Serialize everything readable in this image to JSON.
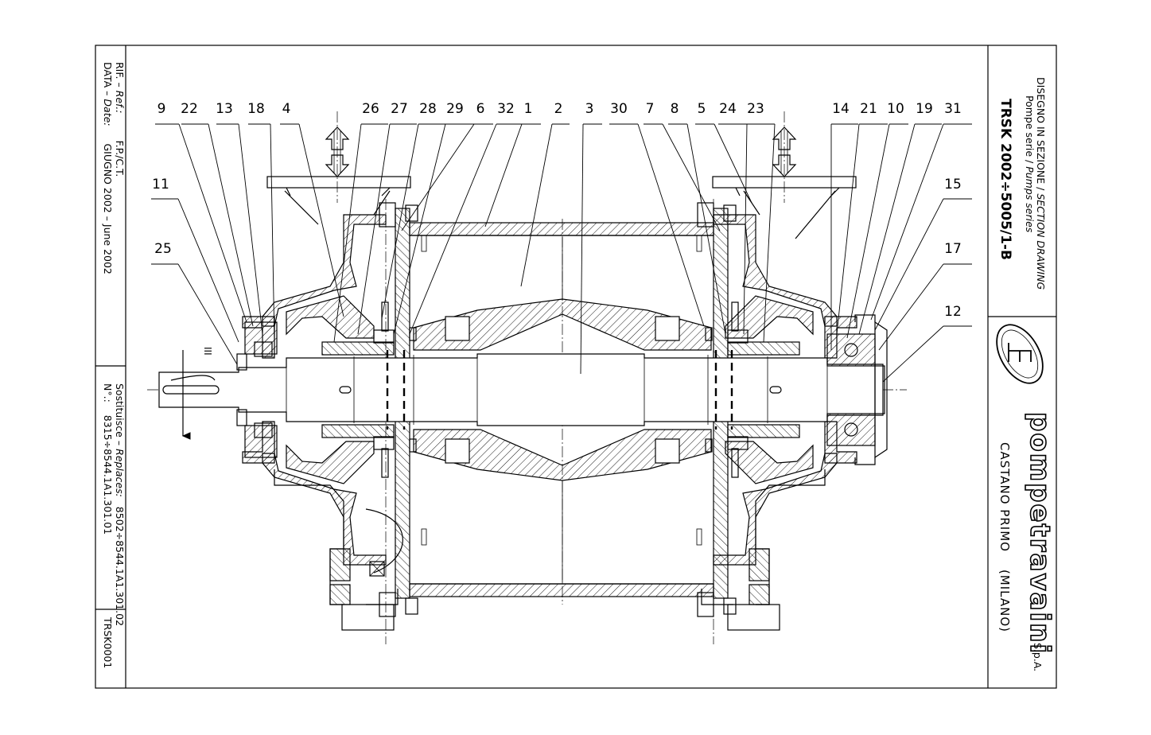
{
  "title_block": {
    "drawing_type_it": "DISEGNO IN SEZIONE",
    "drawing_type_sep": " / ",
    "drawing_type_en": "SECTION DRAWING",
    "series_it": "Pompe serie",
    "series_sep": " / ",
    "series_en": "Pumps series",
    "model": "TRSK 2002÷5005/1-B",
    "company": "pompetravaini",
    "company_suffix": "S.p.A.",
    "location": "CASTANO PRIMO",
    "province": "(MILANO)",
    "ref_label_it": "RIF. –",
    "ref_label_en": "Ref.:",
    "ref_value": "F.P./C.T.",
    "date_label_it": "DATA –",
    "date_label_en": "Date:",
    "date_value": "GIUGNO 2002 – June 2002",
    "replaces_label_it": "Sostituisce –",
    "replaces_label_en": "Replaces:",
    "replaces_value": "8502÷8544.1A1.301.02",
    "number_label": "N°.:",
    "number_value": "8315÷8544.1A1.301.01",
    "code": "TRSK0001"
  },
  "rotation_marker": "III",
  "callouts": [
    {
      "id": "c9",
      "label": "9"
    },
    {
      "id": "c22",
      "label": "22"
    },
    {
      "id": "c13",
      "label": "13"
    },
    {
      "id": "c18",
      "label": "18"
    },
    {
      "id": "c4",
      "label": "4"
    },
    {
      "id": "c26",
      "label": "26"
    },
    {
      "id": "c27",
      "label": "27"
    },
    {
      "id": "c28",
      "label": "28"
    },
    {
      "id": "c29",
      "label": "29"
    },
    {
      "id": "c6",
      "label": "6"
    },
    {
      "id": "c32",
      "label": "32"
    },
    {
      "id": "c1",
      "label": "1"
    },
    {
      "id": "c2",
      "label": "2"
    },
    {
      "id": "c3",
      "label": "3"
    },
    {
      "id": "c30",
      "label": "30"
    },
    {
      "id": "c7",
      "label": "7"
    },
    {
      "id": "c8",
      "label": "8"
    },
    {
      "id": "c5",
      "label": "5"
    },
    {
      "id": "c24",
      "label": "24"
    },
    {
      "id": "c23",
      "label": "23"
    },
    {
      "id": "c14",
      "label": "14"
    },
    {
      "id": "c21",
      "label": "21"
    },
    {
      "id": "c10",
      "label": "10"
    },
    {
      "id": "c19",
      "label": "19"
    },
    {
      "id": "c31",
      "label": "31"
    },
    {
      "id": "c11",
      "label": "11"
    },
    {
      "id": "c25",
      "label": "25"
    },
    {
      "id": "c15",
      "label": "15"
    },
    {
      "id": "c17",
      "label": "17"
    },
    {
      "id": "c12",
      "label": "12"
    }
  ]
}
